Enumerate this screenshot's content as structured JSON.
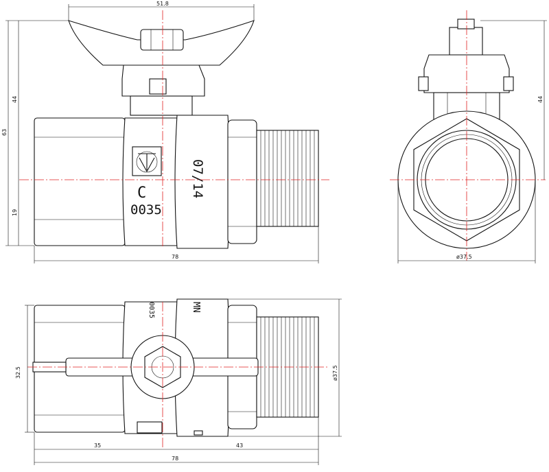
{
  "dimensions": {
    "front_top_width": "51.8",
    "front_height_total": "63",
    "front_upper": "44",
    "front_lower": "19",
    "front_length": "78",
    "side_upper": "44",
    "side_diameter": "ø37.5",
    "bottom_height": "32.5",
    "bottom_diameter": "ø37.5",
    "bottom_left": "35",
    "bottom_right": "43",
    "bottom_length": "78"
  },
  "markings": {
    "date_code": "07/14",
    "ce_letter": "C",
    "cert_number": "0035",
    "bottom_stamp": "MN",
    "bottom_cert": "0035"
  },
  "colors": {
    "line": "#111111",
    "centerline": "#e02020"
  }
}
